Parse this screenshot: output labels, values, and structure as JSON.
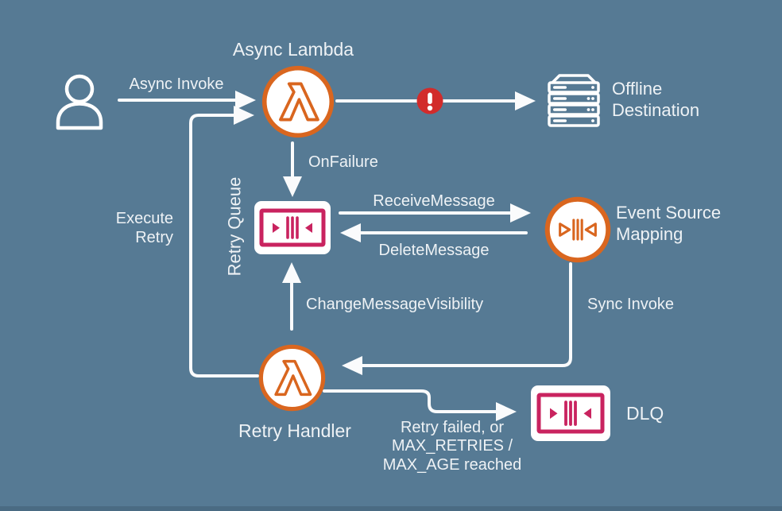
{
  "colors": {
    "background": "#567a94",
    "line_white": "#fafbfc",
    "text_white": "#eef2f5",
    "lambda_orange": "#d9661f",
    "queue_pink": "#c9235f",
    "error_red": "#d22b2b",
    "icon_white": "#ffffff"
  },
  "nodes": {
    "async_lambda": {
      "title": "Async Lambda"
    },
    "offline_destination": {
      "title": "Offline\nDestination"
    },
    "retry_queue": {
      "title": "Retry Queue"
    },
    "event_source_mapping": {
      "title": "Event Source\nMapping"
    },
    "retry_handler": {
      "title": "Retry Handler"
    },
    "dlq": {
      "title": "DLQ"
    }
  },
  "edges": {
    "async_invoke": {
      "label": "Async Invoke"
    },
    "on_failure": {
      "label": "OnFailure"
    },
    "receive_message": {
      "label": "ReceiveMessage"
    },
    "delete_message": {
      "label": "DeleteMessage"
    },
    "change_message_visibility": {
      "label": "ChangeMessageVisibility"
    },
    "execute_retry": {
      "label": "Execute\nRetry"
    },
    "sync_invoke": {
      "label": "Sync Invoke"
    },
    "retry_failed": {
      "label": "Retry failed, or\nMAX_RETRIES /\nMAX_AGE reached"
    }
  }
}
